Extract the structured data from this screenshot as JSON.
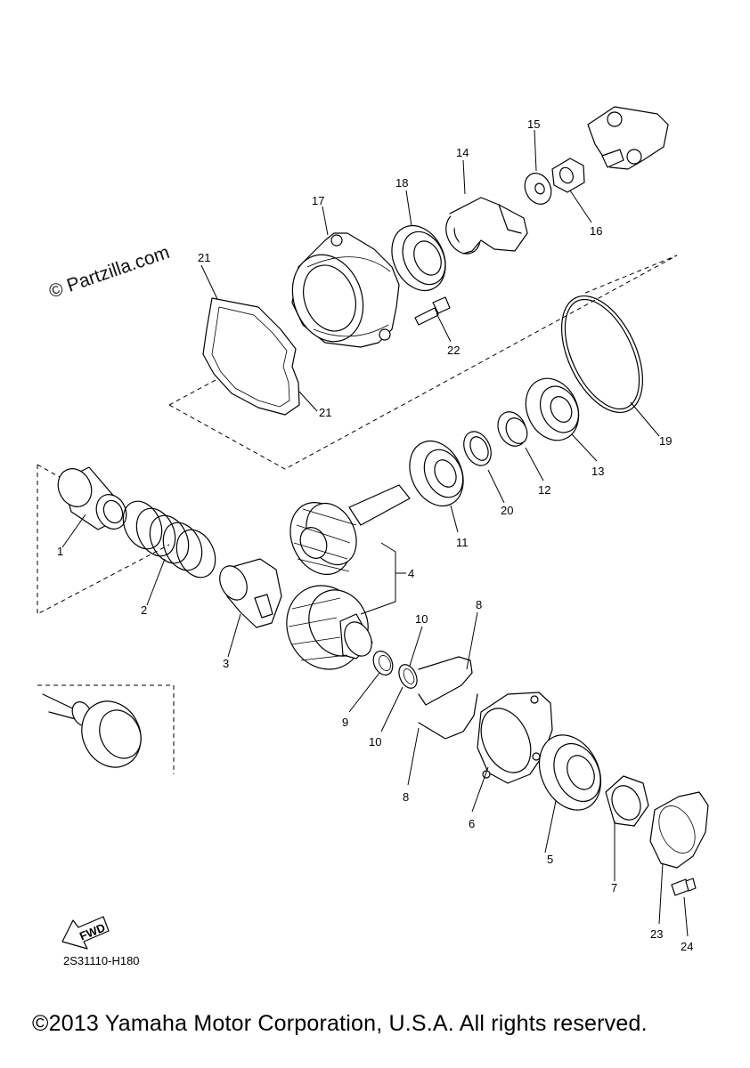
{
  "watermark": "© Partzilla.com",
  "diagram_code": "2S31110-H180",
  "copyright": "©2013 Yamaha Motor Corporation, U.S.A. All rights reserved.",
  "fwd_label": "FWD",
  "callouts": {
    "c1": "1",
    "c2": "2",
    "c3": "3",
    "c4": "4",
    "c5": "5",
    "c6": "6",
    "c7": "7",
    "c8a": "8",
    "c8b": "8",
    "c9": "9",
    "c10a": "10",
    "c10b": "10",
    "c11": "11",
    "c12": "12",
    "c13": "13",
    "c14": "14",
    "c15": "15",
    "c16": "16",
    "c17": "17",
    "c18": "18",
    "c19": "19",
    "c20": "20",
    "c21a": "21",
    "c21b": "21",
    "c22": "22",
    "c23": "23",
    "c24": "24"
  }
}
